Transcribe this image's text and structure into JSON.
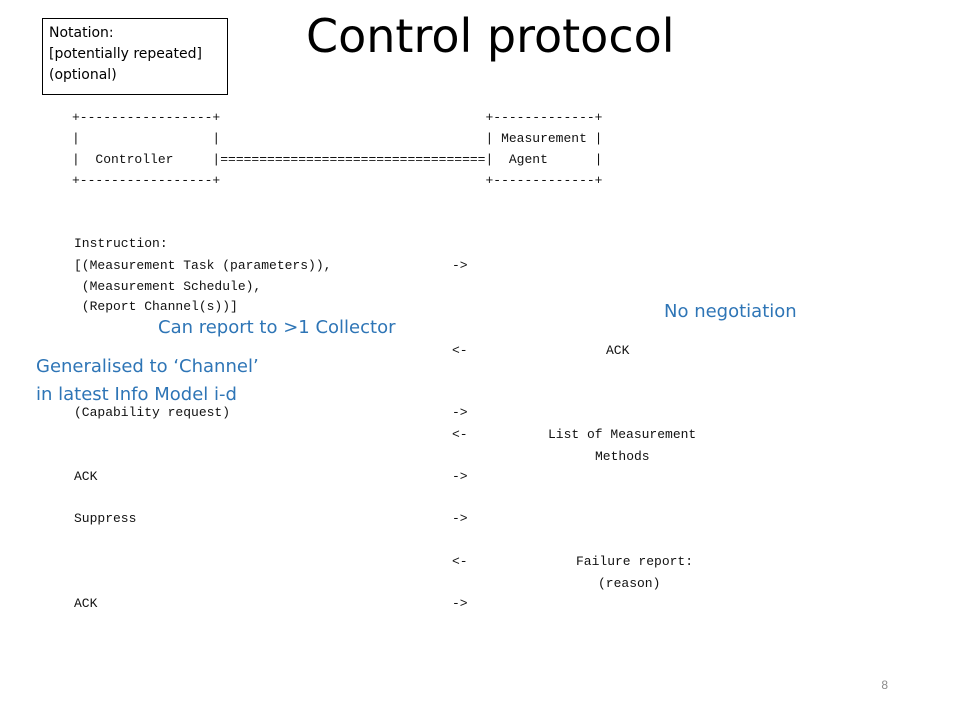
{
  "slide": {
    "title": "Control protocol",
    "notation": {
      "heading": "Notation:",
      "line1": "[potentially repeated]",
      "line2": "(optional)"
    },
    "diagram_ascii": "+-----------------+                                  +-------------+\n|                 |                                  | Measurement |\n|  Controller     |==================================|  Agent      |\n+-----------------+                                  +-------------+",
    "instruction_label": "Instruction:",
    "instruction_line1": "[(Measurement Task (parameters)),",
    "instruction_line2": " (Measurement Schedule),",
    "instruction_line3": " (Report Channel(s))]",
    "arrow_right": "->",
    "arrow_left": "<-",
    "ack_reply": "ACK",
    "capability_request": "(Capability request)",
    "list_methods_line1": "List of Measurement",
    "list_methods_line2": "Methods",
    "ack_1": "ACK",
    "suppress": "Suppress",
    "failure_line1": "Failure report:",
    "failure_line2": "(reason)",
    "ack_2": "ACK",
    "annotations": {
      "no_negotiation": "No negotiation",
      "collector": "Can report to >1 Collector",
      "generalised_line1": "Generalised to ‘Channel’",
      "generalised_line2": "in latest Info Model i-d"
    },
    "annotation_color": "#2e75b6",
    "page_number": "8"
  }
}
